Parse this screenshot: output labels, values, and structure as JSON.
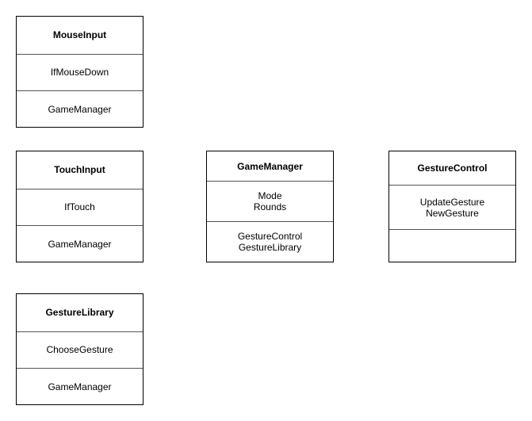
{
  "classes": {
    "mouseinput": {
      "name": "MouseInput",
      "attributes": [
        "IfMouseDown"
      ],
      "operations": [
        "GameManager"
      ]
    },
    "touchinput": {
      "name": "TouchInput",
      "attributes": [
        "IfTouch"
      ],
      "operations": [
        "GameManager"
      ]
    },
    "gesturelibrary": {
      "name": "GestureLibrary",
      "attributes": [
        "ChooseGesture"
      ],
      "operations": [
        "GameManager"
      ]
    },
    "gamemanager": {
      "name": "GameManager",
      "attributes": [
        "Mode",
        "Rounds"
      ],
      "operations": [
        "GestureControl",
        "GestureLibrary"
      ]
    },
    "gesturecontrol": {
      "name": "GestureControl",
      "attributes": [
        "UpdateGesture",
        "NewGesture"
      ],
      "operations": []
    }
  },
  "colors": {
    "border": "#000000",
    "divider": "#555555",
    "background": "#ffffff",
    "text": "#000000"
  }
}
